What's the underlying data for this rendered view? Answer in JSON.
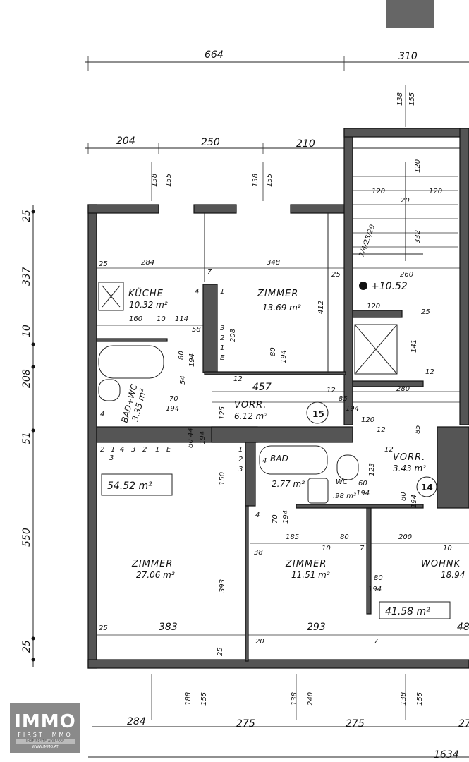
{
  "dimensions": {
    "top_total": "664",
    "top_right": "310",
    "top_row": [
      "204",
      "250",
      "210"
    ],
    "window_pairs": [
      [
        "138",
        "155"
      ],
      [
        "138",
        "155"
      ],
      [
        "138",
        "155"
      ]
    ],
    "left_side": [
      "25",
      "337",
      "10",
      "208",
      "51",
      "550",
      "25"
    ],
    "bottom_row": [
      "284",
      "275",
      "275",
      "27"
    ],
    "bottom_windows": [
      [
        "188",
        "155"
      ],
      [
        "138",
        "240"
      ],
      [
        "138",
        "155"
      ]
    ],
    "bottom_total": "1634",
    "interior": {
      "kitchen_w": "284",
      "room1_w": "348",
      "d25a": "25",
      "d7": "7",
      "d25b": "25",
      "d412": "412",
      "d160": "160",
      "d10": "10",
      "d114": "114",
      "d58": "58",
      "d208": "208",
      "door80a": "80",
      "door194a": "194",
      "door80b": "80",
      "door194b": "194",
      "d54": "54",
      "d70": "70",
      "d194c": "194",
      "d457": "457",
      "d12a": "12",
      "d12b": "12",
      "d125": "125",
      "d85": "85",
      "d194d": "194",
      "d80_44": "80 44",
      "d194e": "194",
      "d150": "150",
      "d393": "393",
      "d70b": "70",
      "d194f": "194",
      "d185": "185",
      "d80c": "80",
      "d200": "200",
      "d38": "38",
      "d10b": "10",
      "d7b": "7",
      "d10c": "10",
      "d123": "123",
      "d60": "60",
      "d194g": "194",
      "d80d": "80",
      "d194h": "194",
      "d80e": "80",
      "d194i": "194",
      "d383": "383",
      "d293": "293",
      "d25c": "25",
      "d20": "20",
      "d7c": "7",
      "d48": "48",
      "d25d": "25",
      "stair_120a": "120",
      "stair_120b": "120",
      "stair_120c": "120",
      "stair_20": "20",
      "stair_332": "332",
      "stair_treads": "7/4/25/29",
      "d260": "260",
      "d25e": "25",
      "d141": "141",
      "d12c": "12",
      "d280": "280",
      "d120d": "120",
      "d120e": "120",
      "d85b": "85",
      "d12d": "12",
      "d12e": "12"
    },
    "level": "+10.52"
  },
  "rooms": {
    "kitchen": {
      "name": "KÜCHE",
      "area": "10.32 m²"
    },
    "room_a": {
      "name": "ZIMMER",
      "area": "13.69 m²"
    },
    "bath_wc": {
      "name": "BAD+WC",
      "area": "3.35 m²"
    },
    "hall_15": {
      "name": "VORR.",
      "area": "6.12 m²"
    },
    "room_b": {
      "name": "ZIMMER",
      "area": "27.06 m²"
    },
    "bath_b": {
      "name": "BAD",
      "area": "2.77 m²"
    },
    "wc_b": {
      "name": "WC",
      "area": ".98 m²"
    },
    "hall_14": {
      "name": "VORR.",
      "area": "3.43 m²"
    },
    "room_c": {
      "name": "ZIMMER",
      "area": "11.51 m²"
    },
    "living": {
      "name": "WOHNK",
      "area": "18.94"
    }
  },
  "units": {
    "unit15": {
      "number": "15",
      "total": "54.52 m²"
    },
    "unit14": {
      "number": "14",
      "total": "41.58 m²"
    }
  },
  "flue_labels": {
    "upper": [
      "4",
      "1",
      "3",
      "2",
      "1",
      "E",
      "4"
    ],
    "left_row": [
      "2",
      "1",
      "4",
      "3",
      "2",
      "1",
      "E"
    ],
    "left_row2": "3",
    "hall_row": [
      "1",
      "2",
      "3"
    ],
    "bath_num": "4",
    "left_small": "4"
  },
  "logo": {
    "brand": "IMMO",
    "line1": "FIRST IMMO",
    "line2": "IHRE ERSTE ADRESSE",
    "url": "WWW.IMMO.AT"
  }
}
